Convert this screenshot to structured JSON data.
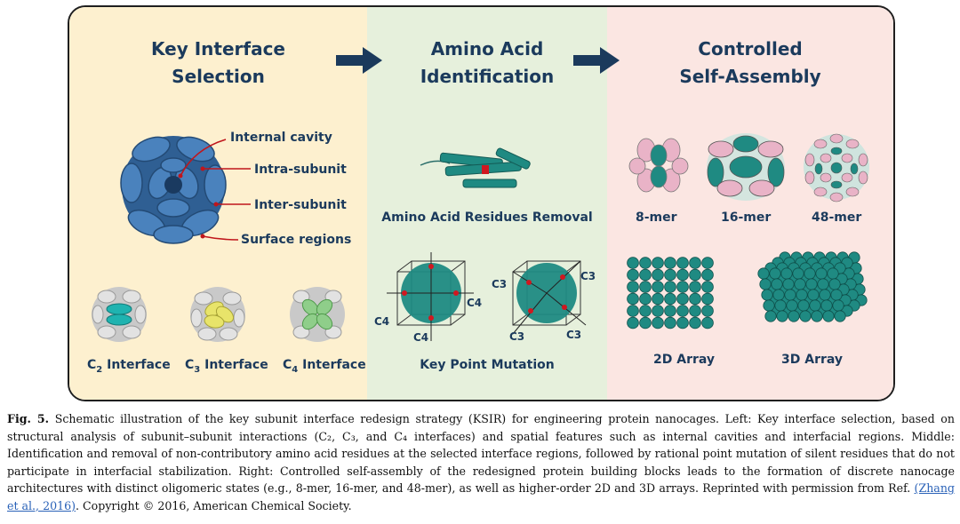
{
  "panels": {
    "left": {
      "title_line1": "Key Interface",
      "title_line2": "Selection",
      "callouts": [
        "Internal cavity",
        "Intra-subunit",
        "Inter-subunit",
        "Surface regions"
      ],
      "interfaces": [
        {
          "prefix": "C",
          "sub": "2",
          "suffix": " Interface"
        },
        {
          "prefix": "C",
          "sub": "3",
          "suffix": " Interface"
        },
        {
          "prefix": "C",
          "sub": "4",
          "suffix": " Interface"
        }
      ]
    },
    "middle": {
      "title_line1": "Amino Acid",
      "title_line2": "Identification",
      "removal_label": "Amino Acid Residues Removal",
      "mutation_label": "Key Point Mutation",
      "axis_labels": {
        "c4_a": "C4",
        "c4_b": "C4",
        "c4_c": "C4",
        "c3_a": "C3",
        "c3_b": "C3",
        "c3_c": "C3",
        "c3_d": "C3"
      }
    },
    "right": {
      "title_line1": "Controlled",
      "title_line2": "Self-Assembly",
      "cages": [
        "8-mer",
        "16-mer",
        "48-mer"
      ],
      "arrays": [
        "2D Array",
        "3D Array"
      ]
    }
  },
  "colors": {
    "left_bg": "#fdf0cf",
    "middle_bg": "#e6f0dc",
    "right_bg": "#fbe6e2",
    "title_text": "#1b3a5c",
    "teal": "#1f8a82",
    "pink": "#e9b3c7",
    "blue_protein": "#3a6ea5",
    "callout_red": "#c0161c"
  },
  "caption": {
    "fig_label": "Fig. 5.",
    "text": " Schematic illustration of the key subunit interface redesign strategy (KSIR) for engineering protein nanocages. Left: Key interface selection, based on structural analysis of subunit–subunit interactions (C₂, C₃, and C₄ interfaces) and spatial features such as internal cavities and interfacial regions. Middle: Identification and removal of non-contributory amino acid residues at the selected interface regions, followed by rational point mutation of silent residues that do not participate in interfacial stabilization. Right: Controlled self-assembly of the redesigned protein building blocks leads to the formation of discrete nanocage architectures with distinct oligomeric states (e.g., 8-mer, 16-mer, and 48-mer), as well as higher-order 2D and 3D arrays. Reprinted with permission from Ref. ",
    "ref_text": "(Zhang et al., 2016)",
    "tail": ". Copyright © 2016, American Chemical Society."
  }
}
